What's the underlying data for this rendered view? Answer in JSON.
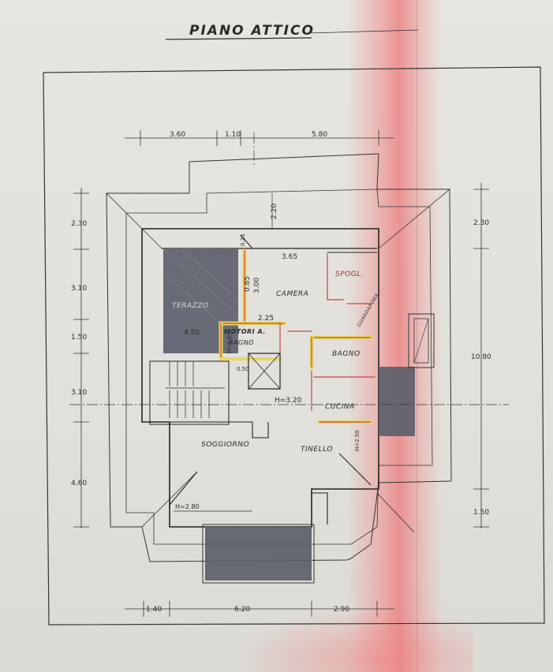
{
  "title": "PIANO ATTICO",
  "dimensions": {
    "top": [
      "3.60",
      "1.10",
      "5.80"
    ],
    "bottom": [
      "1.40",
      "6.20",
      "2.90"
    ],
    "left": [
      "2.30",
      "3.10",
      "1.50",
      "3.10",
      "4.60"
    ],
    "right": [
      "2.30",
      "10.80",
      "1.50"
    ],
    "inner": [
      "2.20",
      "3.65",
      "3.00",
      "0.85",
      "2.25",
      "4.50",
      "H=1.60",
      "0.25",
      "0.50"
    ]
  },
  "rooms": {
    "terrazzo": "TERAZZO",
    "camera": "CAMERA",
    "sprogl": "SPOGL.",
    "guardaroba": "GUARDAROBA",
    "motori": "MOTORI A.",
    "bagno_small": "BAGNO",
    "bagno": "BAGNO",
    "cucina": "CUCINA",
    "soggiorno": "SOGGIORNO",
    "tinello": "TINELLO"
  },
  "heights": {
    "h320": "H=3.20",
    "h250": "H=2.50",
    "h280": "H=2.80"
  },
  "colors": {
    "ink": "#2a2a2a",
    "dark_fill": "#5a5e6b",
    "highlight_yellow": "#e8d860",
    "highlight_red": "#c9463b",
    "fold_pink": "#ef8f8f"
  }
}
